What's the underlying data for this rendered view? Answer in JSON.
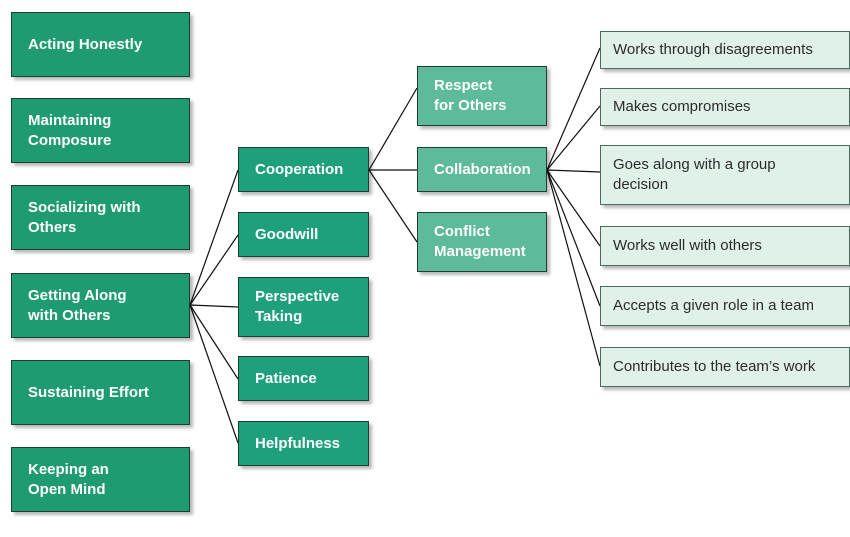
{
  "colors": {
    "level1": "#1f9b72",
    "level2": "#1fa07c",
    "level3": "#5dba9b",
    "level4": "#e0f1e9",
    "connector": "#111111"
  },
  "level1": [
    "Acting Honestly",
    "Maintaining\nComposure",
    "Socializing with\nOthers",
    "Getting Along\nwith Others",
    "Sustaining Effort",
    "Keeping an\nOpen Mind"
  ],
  "level2": [
    "Cooperation",
    "Goodwill",
    "Perspective\nTaking",
    "Patience",
    "Helpfulness"
  ],
  "level3": [
    "Respect\nfor Others",
    "Collaboration",
    "Conflict\nManagement"
  ],
  "level4": [
    "Works through disagreements",
    "Makes compromises",
    "Goes along with a group\ndecision",
    "Works well with others",
    "Accepts a given role in a team",
    "Contributes to the team’s work"
  ]
}
